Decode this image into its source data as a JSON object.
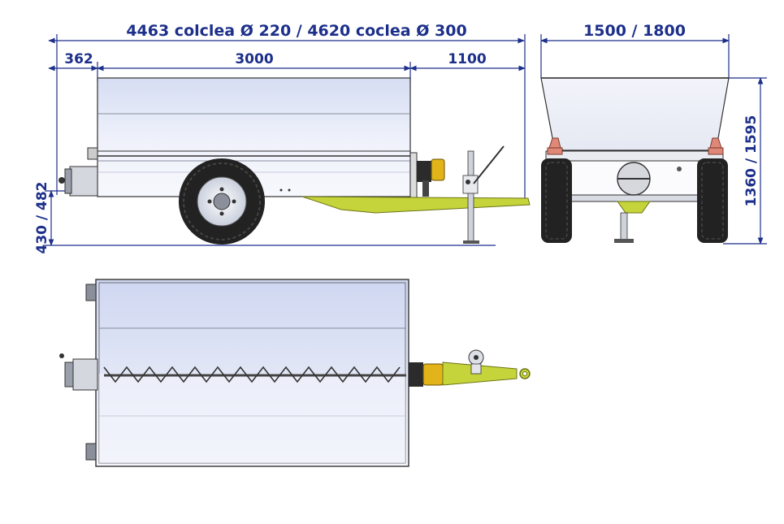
{
  "dimensions": {
    "overall_length": "4463 colclea Ø 220 / 4620 coclea Ø 300",
    "rear_overhang": "362",
    "body_length": "3000",
    "drawbar_length": "1100",
    "overall_width": "1500 / 1800",
    "overall_height": "1360 / 1595",
    "ground_height": "430 / 482"
  },
  "colors": {
    "dimension": "#1c2f8a",
    "body_fill": "#e4e9f7",
    "drawbar": "#c5d43a",
    "lamp": "#e08878"
  }
}
